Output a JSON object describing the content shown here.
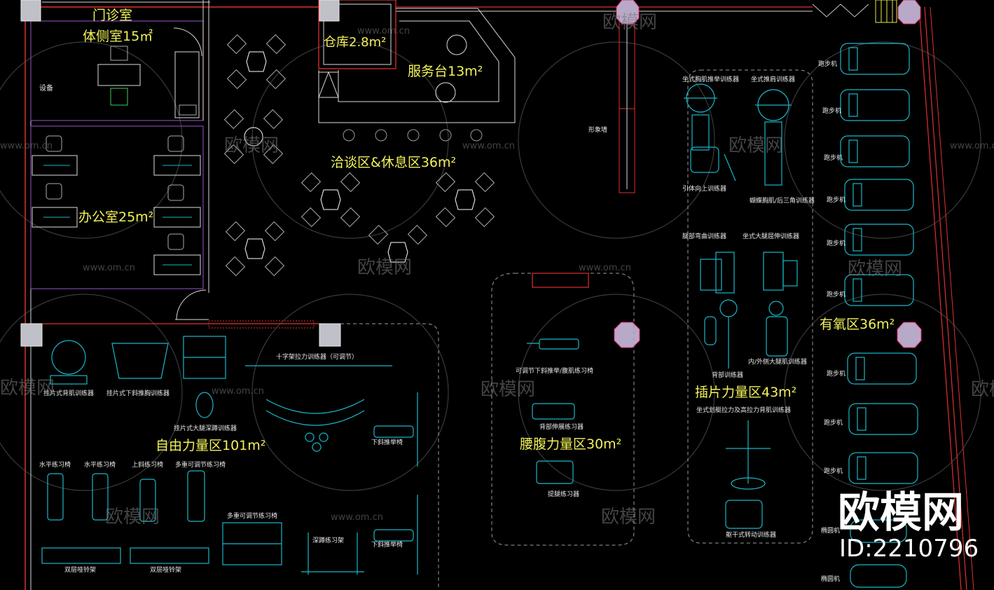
{
  "rooms": {
    "clinic": "门诊室",
    "physical": "体侧室15㎡",
    "warehouse": "仓库2.8m²",
    "service": "服务台13m²",
    "lounge": "洽谈区&休息区36m²",
    "office": "办公室25m²",
    "equip": "设备",
    "image_wall": "形象墙",
    "free_weight": "自由力量区101m²",
    "core": "腰腹力量区30m²",
    "plate": "插片力量区43m²",
    "cardio": "有氧区36m²"
  },
  "equipment": {
    "chest_press": "坐式胸肌推举训练器",
    "shoulder_press": "坐式推肩训练器",
    "pullup": "引体向上训练器",
    "butterfly": "蝴蝶胸肌/后三角训练器",
    "leg_curl": "腿部弯曲训练器",
    "leg_ext": "坐式大腿屈伸训练器",
    "back": "背部训练器",
    "adductor": "内/外侧大腿肌训练器",
    "row": "坐式划艇拉力及高拉力背肌训练器",
    "torso": "躯干式转动训练器",
    "plate_back": "挂片式背肌训练器",
    "plate_decline": "挂片式下斜推胸训练器",
    "plate_squat": "挂片式大腿深蹲训练器",
    "cross": "十字架拉力训练器（可调节）",
    "decline1": "下斜推举椅",
    "decline2": "下斜推举椅",
    "flat1": "水平练习椅",
    "flat2": "水平练习椅",
    "incline": "上斜练习椅",
    "multi1": "多重可调节练习椅",
    "multi2": "多重可调节练习椅",
    "squat": "深蹲练习架",
    "db_rack1": "双层哑铃架",
    "db_rack2": "双层哑铃架",
    "ab_bench": "可调节下斜推举/腹肌练习椅",
    "back_ext": "背部伸展练习器",
    "leg_raise": "提腿练习器",
    "treadmill": "跑步机",
    "elliptical": "椭圆机"
  },
  "watermark": {
    "url": "www.om.cn",
    "brand": "欧模网",
    "id": "ID:2210796"
  }
}
